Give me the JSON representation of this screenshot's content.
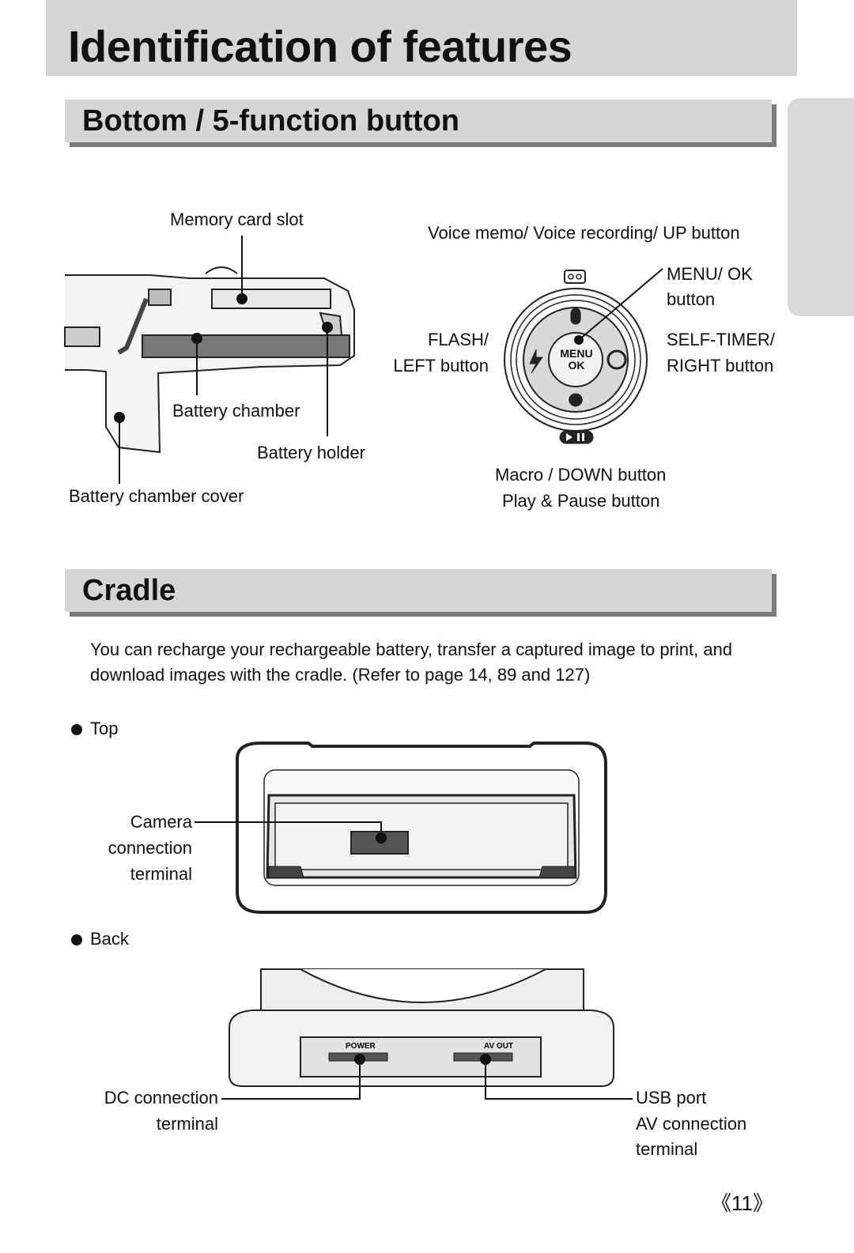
{
  "page_title": "Identification of features",
  "sections": {
    "bottom": {
      "heading": "Bottom / 5-function button",
      "labels": {
        "memory_card_slot": "Memory card slot",
        "battery_chamber": "Battery chamber",
        "battery_holder": "Battery holder",
        "battery_chamber_cover": "Battery chamber cover",
        "voice_memo": "Voice memo/ Voice recording/ UP button",
        "menu_ok_1": "MENU/ OK",
        "menu_ok_2": "button",
        "flash_1": "FLASH/",
        "flash_2": "LEFT button",
        "self_timer_1": "SELF-TIMER/",
        "self_timer_2": "RIGHT button",
        "macro": "Macro / DOWN button",
        "play_pause": "Play & Pause button",
        "button_menu": "MENU",
        "button_ok": "OK"
      }
    },
    "cradle": {
      "heading": "Cradle",
      "description": "You can recharge your rechargeable battery, transfer a captured image to print, and download images with the cradle. (Refer to page 14, 89 and 127)",
      "top_label": "Top",
      "back_label": "Back",
      "labels": {
        "camera_conn_1": "Camera",
        "camera_conn_2": "connection",
        "camera_conn_3": "terminal",
        "dc_conn_1": "DC connection",
        "dc_conn_2": "terminal",
        "usb_port": "USB port",
        "av_conn_1": "AV connection",
        "av_conn_2": "terminal",
        "power": "POWER",
        "av_out": "AV OUT"
      }
    }
  },
  "page_number": "《11》"
}
